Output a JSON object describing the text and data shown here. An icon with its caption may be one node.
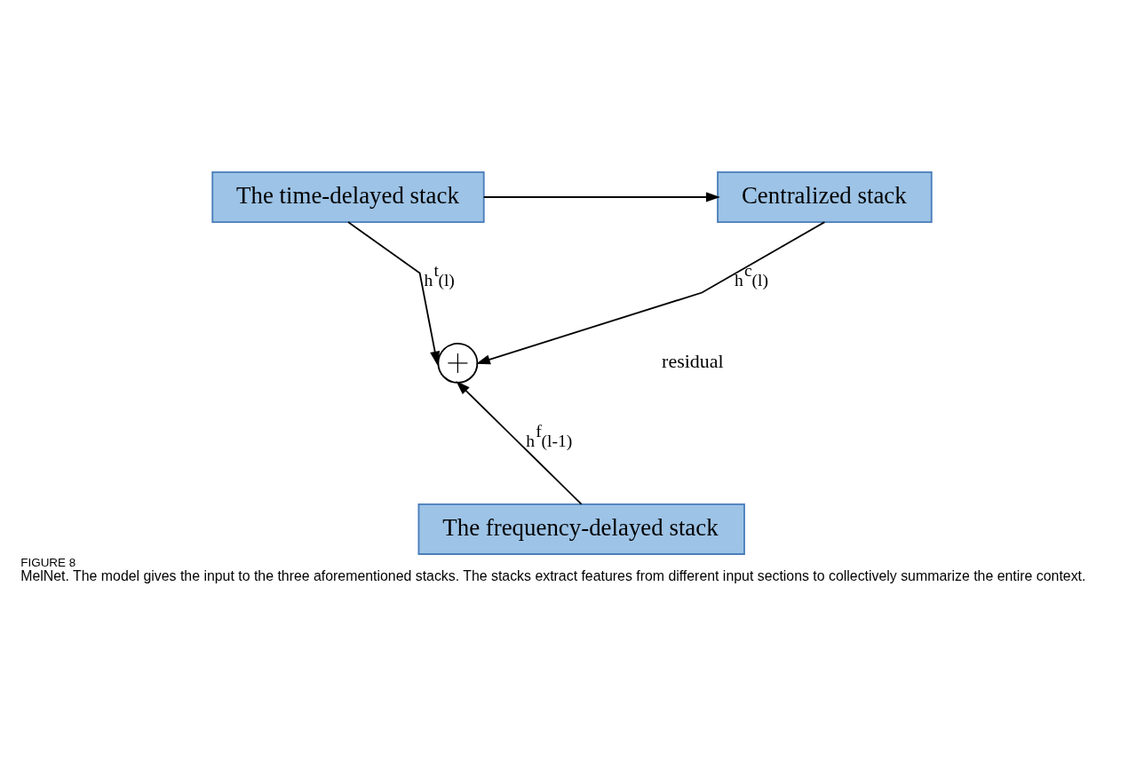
{
  "diagram": {
    "title": "FIGURE 8",
    "caption": "MelNet. The model gives the input to the three aforementioned stacks. The stacks extract features from different input sections to collectively summarize the entire context.",
    "nodes": [
      {
        "text": [
          "The time-delayed stack"
        ]
      },
      {
        "text": [
          "Centralized stack"
        ]
      },
      {
        "text": [],
        "shape": "circle"
      },
      {
        "text": [
          "The frequency-delayed stack"
        ]
      }
    ],
    "edges": [
      {
        "from": 0,
        "to": 1,
        "arrow": "to"
      },
      {
        "from": 0,
        "to": 2,
        "arrow": "to",
        "label": "h$^{t}$(l)"
      },
      {
        "from": 1,
        "to": 2,
        "arrow": "to",
        "label": "h$^{c}$(l)"
      },
      {
        "from": 3,
        "to": 2,
        "arrow": "to",
        "label": "h$^{f}$(l-1)"
      }
    ],
    "labels": [
      "residual"
    ]
  }
}
